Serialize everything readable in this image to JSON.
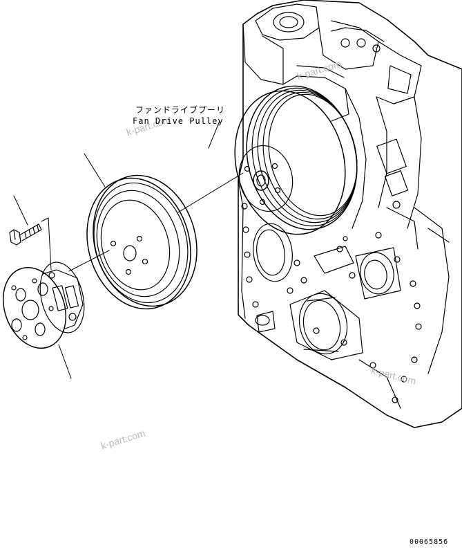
{
  "labels": {
    "part_name_jp": "ファンドライブプーリ",
    "part_name_en": "Fan Drive Pulley"
  },
  "watermark": {
    "text": "k-part.com",
    "color": "#b9b9b9"
  },
  "document_number": "00065856",
  "parts": [
    {
      "name": "bolt"
    },
    {
      "name": "spacer"
    },
    {
      "name": "fan-drive-pulley"
    },
    {
      "name": "engine-front-cover"
    }
  ]
}
